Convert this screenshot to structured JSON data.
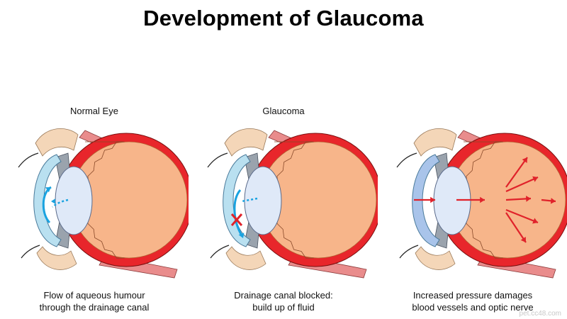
{
  "title": "Development of Glaucoma",
  "panels": [
    {
      "heading": "Normal Eye",
      "caption_lines": [
        "Flow of aqueous humour",
        "through the drainage canal"
      ]
    },
    {
      "heading": "Glaucoma",
      "caption_lines": [
        "Drainage canal blocked:",
        "build up of fluid"
      ]
    },
    {
      "heading": "",
      "caption_lines": [
        "Increased pressure damages",
        "blood vessels and optic nerve"
      ]
    }
  ],
  "watermark": "pet.cc48.com",
  "colors": {
    "sclera_red": "#e8262b",
    "vitreous_orange": "#f7b58a",
    "lens_blue": "#dfe9f8",
    "cornea_blue": "#b9e0f0",
    "muscle_pink": "#e98c8c",
    "flow_arrow": "#1aa3e0",
    "pressure_arrow": "#e0222a"
  }
}
